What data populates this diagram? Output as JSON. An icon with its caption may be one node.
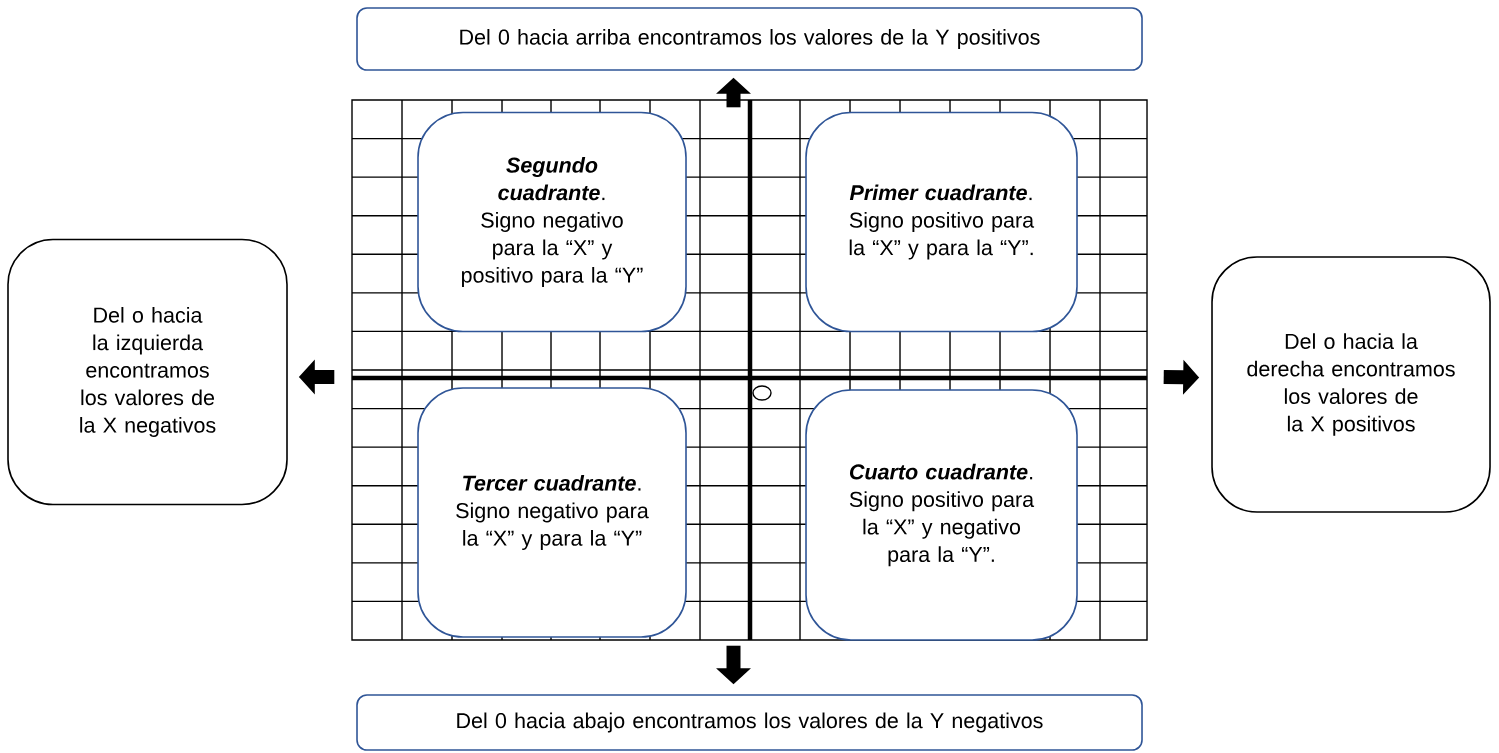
{
  "diagram": {
    "nodes": [
      {
        "text": [
          "Del 0 hacia arriba encontramos los valores de la Y positivos"
        ]
      },
      {
        "text": [
          "Del o hacia la izquierda encontramos los valores de la X negativos"
        ]
      },
      {
        "text": [],
        "shape": "box"
      },
      {
        "text": [
          "*Segundo cuadrante*. Signo negativo para la “X” y positivo para la “Y”"
        ],
        "in": 2
      },
      {
        "text": [
          "*Primer cuadrante*. Signo positivo para la “X” y para la “Y”."
        ],
        "in": 2
      },
      {
        "text": [
          "*Tercer cuadrante*. Signo negativo para la “X” y para la “Y”"
        ],
        "in": 2
      },
      {
        "text": [
          "*Cuarto cuadrante*. Signo positivo para la “X” y negativo para la “Y”."
        ],
        "in": 2
      },
      {
        "text": [
          "Del o hacia la derecha encontramos los valores de la X positivos"
        ]
      },
      {
        "text": [
          "Del 0 hacia abajo encontramos los valores de la Y negativos"
        ]
      }
    ],
    "edges": [
      {
        "from": 2,
        "to": 0,
        "arrow": "to"
      },
      {
        "from": 2,
        "to": 1,
        "arrow": "to"
      },
      {
        "from": 2,
        "to": 7,
        "arrow": "to"
      },
      {
        "from": 2,
        "to": 8,
        "arrow": "to"
      }
    ]
  }
}
